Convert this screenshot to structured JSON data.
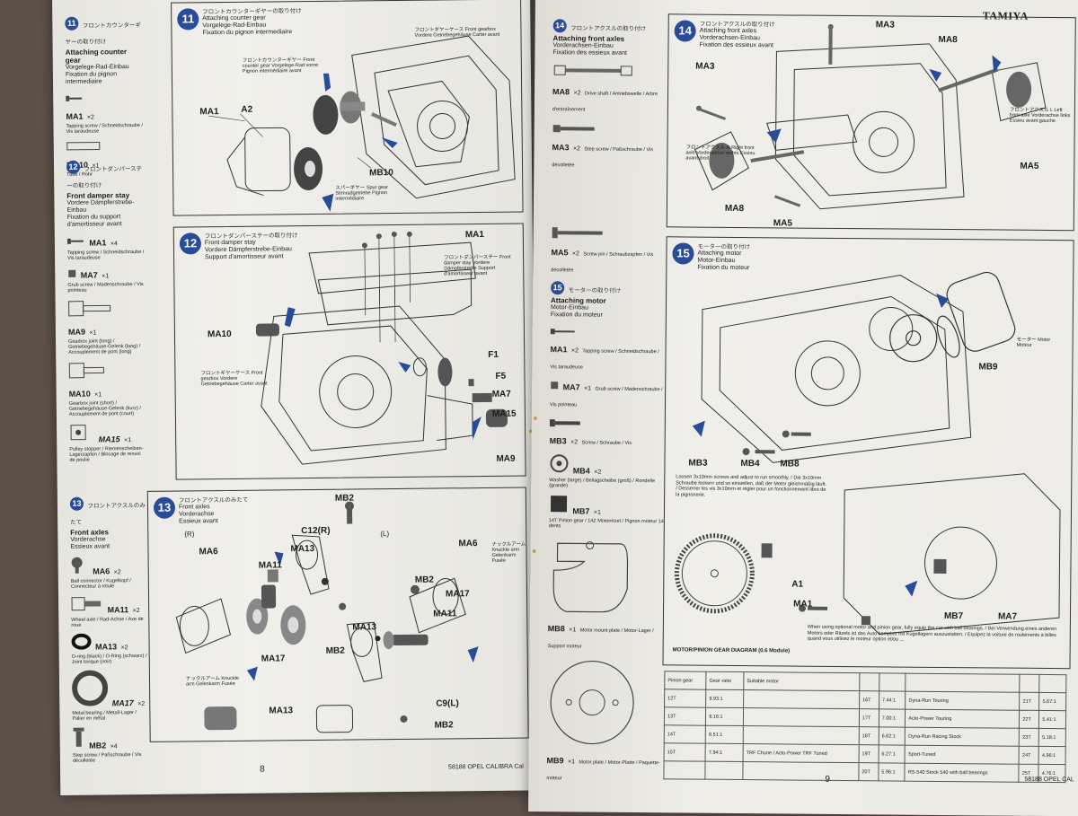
{
  "left_page": {
    "page_number": "8",
    "model": "58188 OPEL CALIBRA Cal",
    "col_step11": {
      "num": "11",
      "jp": "フロントカウンターギヤーの取り付け",
      "en": "Attaching counter gear",
      "de": "Vorgelege-Rad-Einbau",
      "fr": "Fixation du pignon intermediaire",
      "parts": [
        {
          "id": "MA1",
          "qty": "×2",
          "desc": "Tapping screw / Schneidschraube / Vis taraudeuse"
        },
        {
          "id": "MB10",
          "qty": "×1",
          "desc": "Tube / Rohr"
        }
      ]
    },
    "col_step12": {
      "num": "12",
      "jp": "フロントダンパーステーの取り付け",
      "en": "Front damper stay",
      "de": "Vordere Dämpferstrebe-Einbau",
      "fr": "Fixation du support d'amortisseur avant",
      "parts": [
        {
          "id": "MA1",
          "qty": "×4",
          "desc": "Tapping screw / Schneidschraube / Vis taraudeuse"
        },
        {
          "id": "MA7",
          "qty": "×1",
          "desc": "Grub screw / Madenschraube / Vis pointeau"
        },
        {
          "id": "MA9",
          "qty": "×1",
          "desc": "Gearbox joint (long) / Getriebegehäuse-Gelenk (lang) / Accouplement de pont (long)"
        },
        {
          "id": "MA10",
          "qty": "×1",
          "desc": "Gearbox joint (short) / Getriebegehäuse-Gelenk (kurz) / Accouplement de pont (court)"
        },
        {
          "id": "MA15",
          "qty": "×1",
          "desc": "Pulley stopper / Riemenscheiben-Lagerzapfen / Blocage de renvoi de poulie"
        }
      ]
    },
    "col_step13": {
      "num": "13",
      "jp": "フロントアクスルのみたて",
      "en": "Front axles",
      "de": "Vorderachse",
      "fr": "Essieux avant",
      "parts": [
        {
          "id": "MA6",
          "qty": "×2",
          "desc": "Ball connector / Kugelkopf / Connecteur à rotule"
        },
        {
          "id": "MA11",
          "qty": "×2",
          "desc": "Wheel axle / Rad-Achse / Axe de roue"
        },
        {
          "id": "MA13",
          "qty": "×2",
          "desc": "O-ring (black) / O-Ring (schwarz) / Joint torique (noir)"
        },
        {
          "id": "MA17",
          "qty": "×2",
          "desc": "Metal bearing / Metall-Lager / Palier en métal"
        },
        {
          "id": "MB2",
          "qty": "×4",
          "desc": "Step screw / Paßschraube / Vis décolletée"
        }
      ]
    },
    "panel11": {
      "num": "11",
      "jp": "フロントカウンターギヤーの取り付け",
      "en": "Attaching counter gear",
      "de": "Vorgelege-Rad-Einbau",
      "fr": "Fixation du pignon intermediaire",
      "labels": [
        "MA1",
        "A2",
        "MB10"
      ],
      "notes": [
        "フロントギヤーケース Front gearbox Vordere Getriebegehäuse Carter avant",
        "フロントカウンターギヤー Front counter gear Vorgelege-Rad vorne Pignon intermédiaire avant",
        "スパーギヤー Spur gear Stirnradgetriebe Pignon intermédiaire"
      ]
    },
    "panel12": {
      "num": "12",
      "jp": "フロントダンパーステーの取り付け",
      "en": "Front damper stay",
      "de": "Vordere Dämpferstrebe-Einbau",
      "fr": "Support d'amortisseur avant",
      "labels": [
        "MA1",
        "MA10",
        "F1",
        "F5",
        "MA7",
        "MA15",
        "MA9"
      ],
      "notes": [
        "フロントダンパーステー Front damper stay Vordere Dämpferstrebe Support d'amortisseur avant",
        "フロントギヤーケース Front gearbox Vordere Getriebegehäuse Carter avant"
      ]
    },
    "panel13": {
      "num": "13",
      "jp": "フロントアクスルのみたて",
      "en": "Front axles",
      "de": "Vorderachse",
      "fr": "Essieux avant",
      "left": "(R)",
      "right": "(L)",
      "labels": [
        "MB2",
        "C12(R)",
        "MA13",
        "MA6",
        "MA11",
        "MA17",
        "MB2",
        "MA13",
        "MA6",
        "MB2",
        "MA17",
        "MA11",
        "C9(L)",
        "MB2",
        "MA13"
      ],
      "notes": [
        "ナックルアーム Knuckle arm Gelenkarm Fusée",
        "ナックルアーム Knuckle arm Gelenkarm Fusée"
      ]
    }
  },
  "right_page": {
    "page_number": "9",
    "brand": "TAMIYA",
    "model": "58188 OPEL CAL",
    "col_step14": {
      "num": "14",
      "jp": "フロントアクスルの取り付け",
      "en": "Attaching front axles",
      "de": "Vorderachsen-Einbau",
      "fr": "Fixation des essieux avant",
      "parts": [
        {
          "id": "MA8",
          "qty": "×2",
          "desc": "Drive shaft / Antriebswelle / Arbre d'entraînement"
        },
        {
          "id": "MA3",
          "qty": "×2",
          "desc": "Step screw / Paßschraube / Vis décolletée"
        },
        {
          "id": "MA5",
          "qty": "×2",
          "desc": "Screw pin / Schraubzapfen / Vis décolletée"
        }
      ]
    },
    "col_step15": {
      "num": "15",
      "jp": "モーターの取り付け",
      "en": "Attaching motor",
      "de": "Motor-Einbau",
      "fr": "Fixation du moteur",
      "parts": [
        {
          "id": "MA1",
          "qty": "×2",
          "desc": "Tapping screw / Schneidschraube / Vis taraudeuse"
        },
        {
          "id": "MA7",
          "qty": "×1",
          "desc": "Grub screw / Madenschraube / Vis pointeau"
        },
        {
          "id": "MB3",
          "qty": "×2",
          "desc": "Screw / Schraube / Vis"
        },
        {
          "id": "MB4",
          "qty": "×2",
          "desc": "Washer (large) / Beilagscheibe (groß) / Rondelle (grande)"
        },
        {
          "id": "MB7",
          "qty": "×1",
          "desc": "14T Pinion gear / 14Z Motorritzel / Pignon moteur 14 dents"
        },
        {
          "id": "MB8",
          "qty": "×1",
          "desc": "Motor mount plate / Motor-Lager / Support moteur"
        },
        {
          "id": "MB9",
          "qty": "×1",
          "desc": "Motor plate / Motor-Platte / Paquette-moteur"
        }
      ]
    },
    "panel14": {
      "num": "14",
      "jp": "フロントアクスルの取り付け",
      "en": "Attaching front axles",
      "de": "Vorderachsen-Einbau",
      "fr": "Fixation des essieux avant",
      "labels": [
        "MA3",
        "MA8",
        "MA3",
        "MA5",
        "MA8",
        "MA5"
      ],
      "notes": [
        "フロントアクスル R Right front axle Vorderachse rechts Essieu avant droit",
        "フロントアクスル L Left front axle Vorderachse links Essieu avant gauche"
      ]
    },
    "panel15": {
      "num": "15",
      "jp": "モーターの取り付け",
      "en": "Attaching motor",
      "de": "Motor-Einbau",
      "fr": "Fixation du moteur",
      "labels": [
        "MB9",
        "MB3",
        "MB4",
        "MB8",
        "A1",
        "MA1",
        "MB7",
        "MA7"
      ],
      "motor_label": "モーター Motor Moteur",
      "note1": "Loosen 3x10mm screws and adjust to run smoothly. / Die 3x10mm Schraube lockern und so einstellen, daß der Motor gleichmäßig läuft. / Desserrer les vis 3x10mm et régler pour un fonctionnement libre de la pignonerie.",
      "note2": "When using optional motor and pinion gear, fully equip the car with ball bearings. / Bei Verwendung eines anderen Motors oder Ritzels ist das Auto komplett mit Kugellagern auszustatten. / Equipez la voiture de roulements à billes quand vous utilisez le moteur option et/ou ...",
      "table_title": "MOTOR/PINION GEAR DIAGRAM (0.6 Module)",
      "table_headers": [
        "Pinion gear",
        "Gear ratio",
        "Suitable motor"
      ],
      "table_rows": [
        [
          "12T",
          "9.93:1",
          "",
          "16T",
          "7.44:1",
          "Dyna-Run Touring",
          "21T",
          "5.67:1"
        ],
        [
          "13T",
          "9.16:1",
          "",
          "17T",
          "7.00:1",
          "Acto-Power Touring",
          "22T",
          "5.41:1"
        ],
        [
          "14T",
          "8.51:1",
          "",
          "18T",
          "6.62:1",
          "Dyna-Run Racing Stock",
          "23T",
          "5.18:1"
        ],
        [
          "15T",
          "7.94:1",
          "TRF Chune / Acto-Power TRF Tuned",
          "19T",
          "6.27:1",
          "Sport-Tuned",
          "24T",
          "4.96:1"
        ],
        [
          "",
          "",
          "",
          "20T",
          "5.96:1",
          "RS-540 Stock 540 with ball bearings",
          "25T",
          "4.76:1"
        ]
      ]
    }
  },
  "colors": {
    "paper": "#ecebe6",
    "ink": "#1c1c1c",
    "step_blue": "#2a4a9a",
    "arrow_blue": "#2a4a9a",
    "background": "#5b5148"
  }
}
